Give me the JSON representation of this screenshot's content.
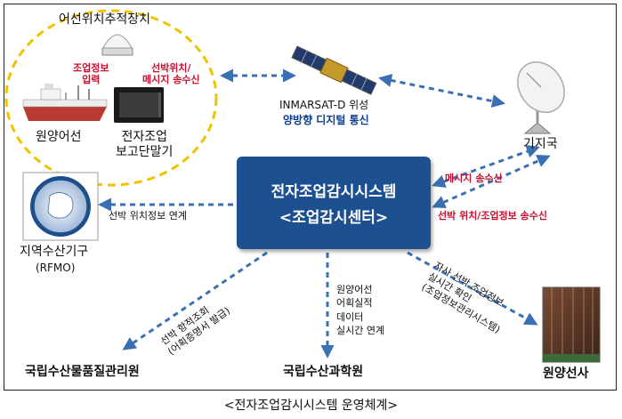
{
  "diagram": {
    "center": {
      "line1": "전자조업감시시스템",
      "line2": "<조업감시센터>"
    },
    "device_group_label": "어선위치추적장치",
    "input_label": {
      "line1": "조업정보",
      "line2": "입력"
    },
    "transmit_label": {
      "line1": "선박위치/",
      "line2": "메시지 송수신"
    },
    "fishing_vessel": "원양어선",
    "terminal": {
      "line1": "전자조업",
      "line2": "보고단말기"
    },
    "satellite": {
      "name": "INMARSAT-D 위성",
      "desc": "양방향 디지털 통신"
    },
    "base_station": "기지국",
    "base_link_1": "메시지 송수신",
    "base_link_2": "선박 위치/조업정보 송수신",
    "rfmo": {
      "name": "지역수산기구",
      "abbr": "(RFMO)",
      "link": "선박 위치정보 연계"
    },
    "quality_agency": {
      "name": "국립수산물품질관리원",
      "link_line1": "선박 항적조회",
      "link_line2": "(어획증명서 발급)"
    },
    "science_institute": {
      "name": "국립수산과학원",
      "link_lines": [
        "원양어선",
        "어획실적",
        "데이터",
        "실시간 연계"
      ]
    },
    "company": {
      "name": "원양선사",
      "link_line1": "자사 선박 조업정보",
      "link_line2": "실시간 확인",
      "link_line3": "(조업정보관리시스템)"
    }
  },
  "caption": "<전자조업감시시스템 운영체계>",
  "colors": {
    "arrow": "#3a6fb2",
    "center_box": "#1d5091",
    "red_text": "#c8102e",
    "group_circle": "#f2c200"
  }
}
